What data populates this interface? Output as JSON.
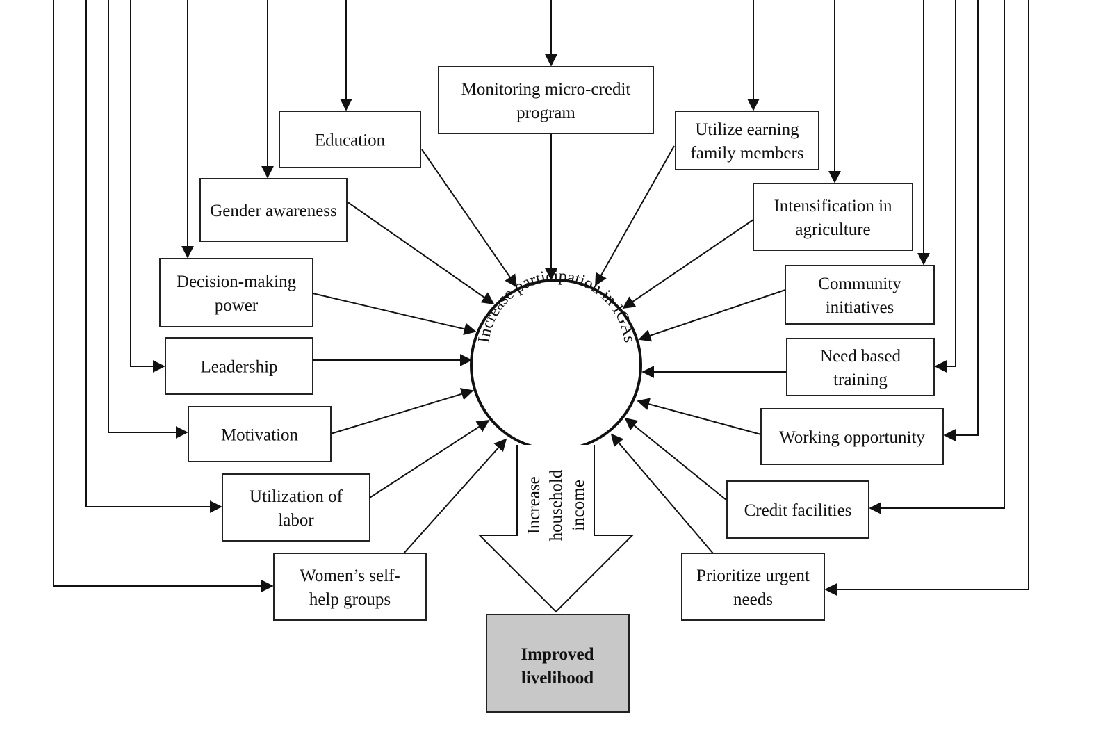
{
  "center": {
    "label": "Increase participation in IGAs"
  },
  "outcome_arrow": {
    "label_lines": [
      "Increase",
      "household",
      "income"
    ]
  },
  "outcome": {
    "lines": [
      "Improved",
      "livelihood"
    ],
    "fill": "#c8c8c8"
  },
  "factors": [
    {
      "id": "monitoring",
      "lines": [
        "Monitoring micro-credit",
        "program"
      ]
    },
    {
      "id": "education",
      "lines": [
        "Education"
      ]
    },
    {
      "id": "utilize-earning",
      "lines": [
        "Utilize earning",
        "family members"
      ]
    },
    {
      "id": "gender-awareness",
      "lines": [
        "Gender awareness"
      ]
    },
    {
      "id": "intensification",
      "lines": [
        "Intensification in",
        "agriculture"
      ]
    },
    {
      "id": "decision-making",
      "lines": [
        "Decision-making",
        "power"
      ]
    },
    {
      "id": "community",
      "lines": [
        "Community",
        "initiatives"
      ]
    },
    {
      "id": "leadership",
      "lines": [
        "Leadership"
      ]
    },
    {
      "id": "need-based-training",
      "lines": [
        "Need based",
        "training"
      ]
    },
    {
      "id": "motivation",
      "lines": [
        "Motivation"
      ]
    },
    {
      "id": "working-opportunity",
      "lines": [
        "Working opportunity"
      ]
    },
    {
      "id": "utilization-labor",
      "lines": [
        "Utilization of",
        "labor"
      ]
    },
    {
      "id": "credit-facilities",
      "lines": [
        "Credit facilities"
      ]
    },
    {
      "id": "womens-shg",
      "lines": [
        "Women’s self-",
        "help groups"
      ]
    },
    {
      "id": "prioritize-needs",
      "lines": [
        "Prioritize urgent",
        "needs"
      ]
    }
  ]
}
